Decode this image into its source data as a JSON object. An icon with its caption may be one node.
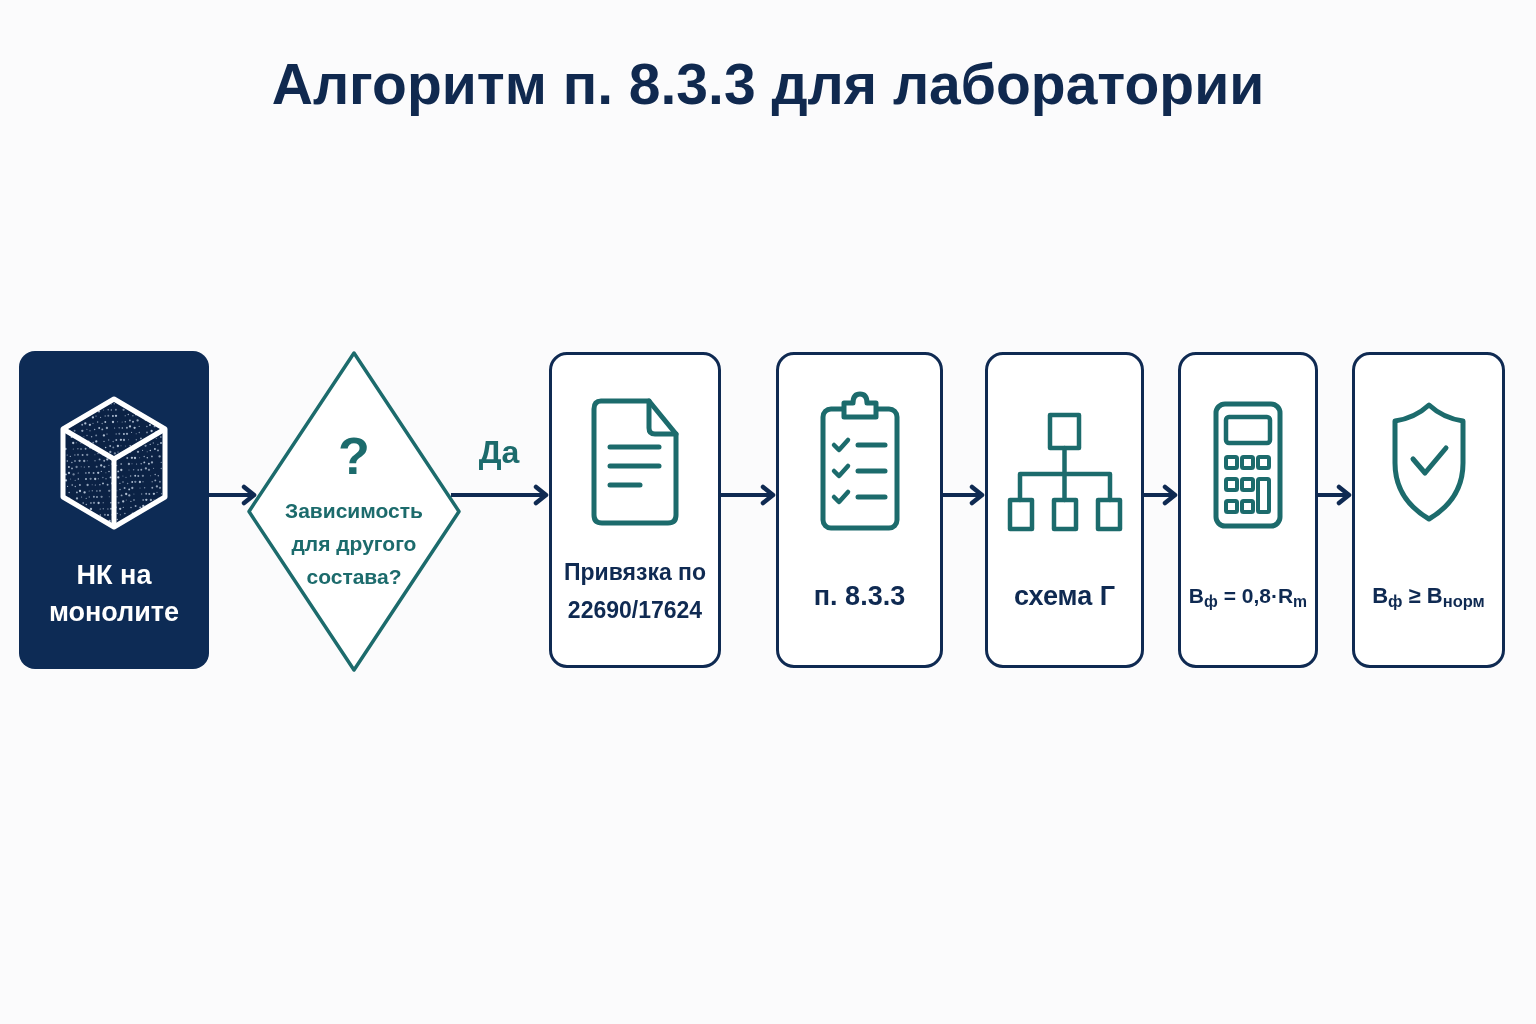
{
  "diagram": {
    "title": "Алгоритм п. 8.3.3 для лаборатории",
    "nodes": [
      {
        "text": [
          "НК на монолите"
        ]
      },
      {
        "text": [
          "?",
          "Зависимость для другого состава?"
        ]
      },
      {
        "text": [
          "Привязка по 22690/17624"
        ]
      },
      {
        "text": [
          "п. 8.3.3"
        ]
      },
      {
        "text": [
          "схема Г"
        ]
      },
      {
        "text": [
          "B$_{ф}$ = 0,8·R$_{m}$"
        ]
      },
      {
        "text": [
          "B$_{ф}$ ≥ B$_{норм}$"
        ]
      }
    ],
    "edges": [
      {
        "from": 0,
        "to": 1,
        "arrow": "to"
      },
      {
        "from": 1,
        "to": 2,
        "arrow": "to",
        "label": "Да"
      },
      {
        "from": 2,
        "to": 3,
        "arrow": "to"
      },
      {
        "from": 3,
        "to": 4,
        "arrow": "to"
      },
      {
        "from": 4,
        "to": 5,
        "arrow": "to"
      },
      {
        "from": 5,
        "to": 6,
        "arrow": "to"
      }
    ]
  }
}
